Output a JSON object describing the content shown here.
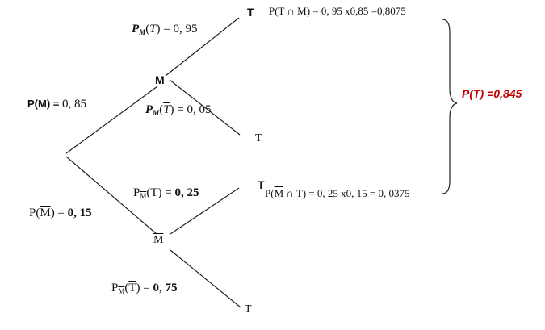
{
  "nodes": {
    "m": "M",
    "not_m": "M",
    "t_from_m": "T",
    "not_t_from_m": "T",
    "t_from_not_m": "T",
    "not_t_from_not_m": "T"
  },
  "branch_probabilities": {
    "p_m": {
      "prefix": "P(M) = ",
      "value": "0, 85"
    },
    "p_not_m": {
      "prefix": "P(",
      "sym": "M",
      "suffix": ") = ",
      "value": "0, 15"
    },
    "p_t_given_m": {
      "p": "P",
      "sub": "M",
      "open": "(",
      "sym": "T",
      "close": ") = ",
      "value": "0, 95"
    },
    "p_not_t_given_m": {
      "p": "P",
      "sub": "M",
      "open": "(",
      "sym": "T",
      "close": ") = ",
      "value": "0, 05"
    },
    "p_t_given_not_m": {
      "p": "P",
      "sub": "M",
      "open": "(",
      "sym": "T",
      "close": ") = ",
      "value": "0, 25"
    },
    "p_not_t_given_not_m": {
      "p": "P",
      "sub": "M",
      "open": "(",
      "sym": "T",
      "close": ") = ",
      "value": "0, 75"
    }
  },
  "products": {
    "t_and_m": "P(T ∩ M) = 0, 95 x0,85 =0,8075",
    "not_m_and_t": {
      "open": "P(",
      "sym": "M",
      "rest": " ∩ T) = 0, 25 x0, 15 = 0, 0375"
    }
  },
  "result": {
    "label": "P(T) =0,845",
    "color": "#c00000"
  }
}
